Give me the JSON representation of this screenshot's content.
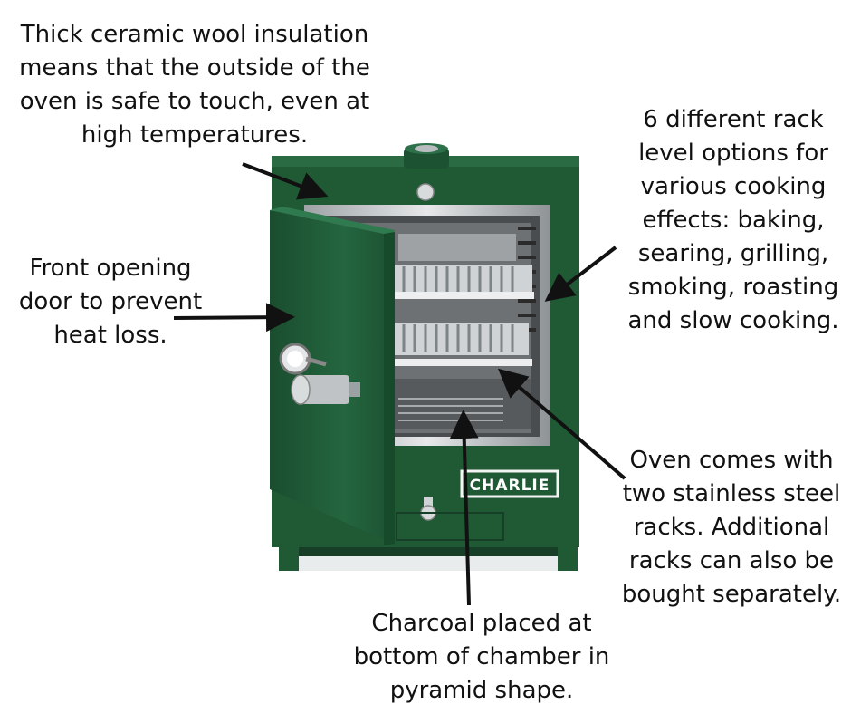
{
  "callouts": {
    "insulation": [
      "Thick ceramic wool insulation",
      "means that the outside of the",
      "oven is safe to touch, even at",
      "high temperatures."
    ],
    "rack_levels": [
      "6 different rack",
      "level options for",
      "various cooking",
      "effects: baking,",
      "searing, grilling,",
      "smoking, roasting",
      "and slow cooking."
    ],
    "door": [
      "Front opening",
      "door to prevent",
      "heat loss."
    ],
    "racks": [
      "Oven comes with",
      "two stainless steel",
      "racks. Additional",
      "racks can also be",
      "bought separately."
    ],
    "charcoal": [
      "Charcoal placed at",
      "bottom of chamber in",
      "pyramid shape."
    ]
  },
  "brand": "CHARLIE",
  "colors": {
    "oven_green": "#1f5a35",
    "oven_dark": "#173f27",
    "steel": "#b8bcbf",
    "text": "#111111"
  }
}
